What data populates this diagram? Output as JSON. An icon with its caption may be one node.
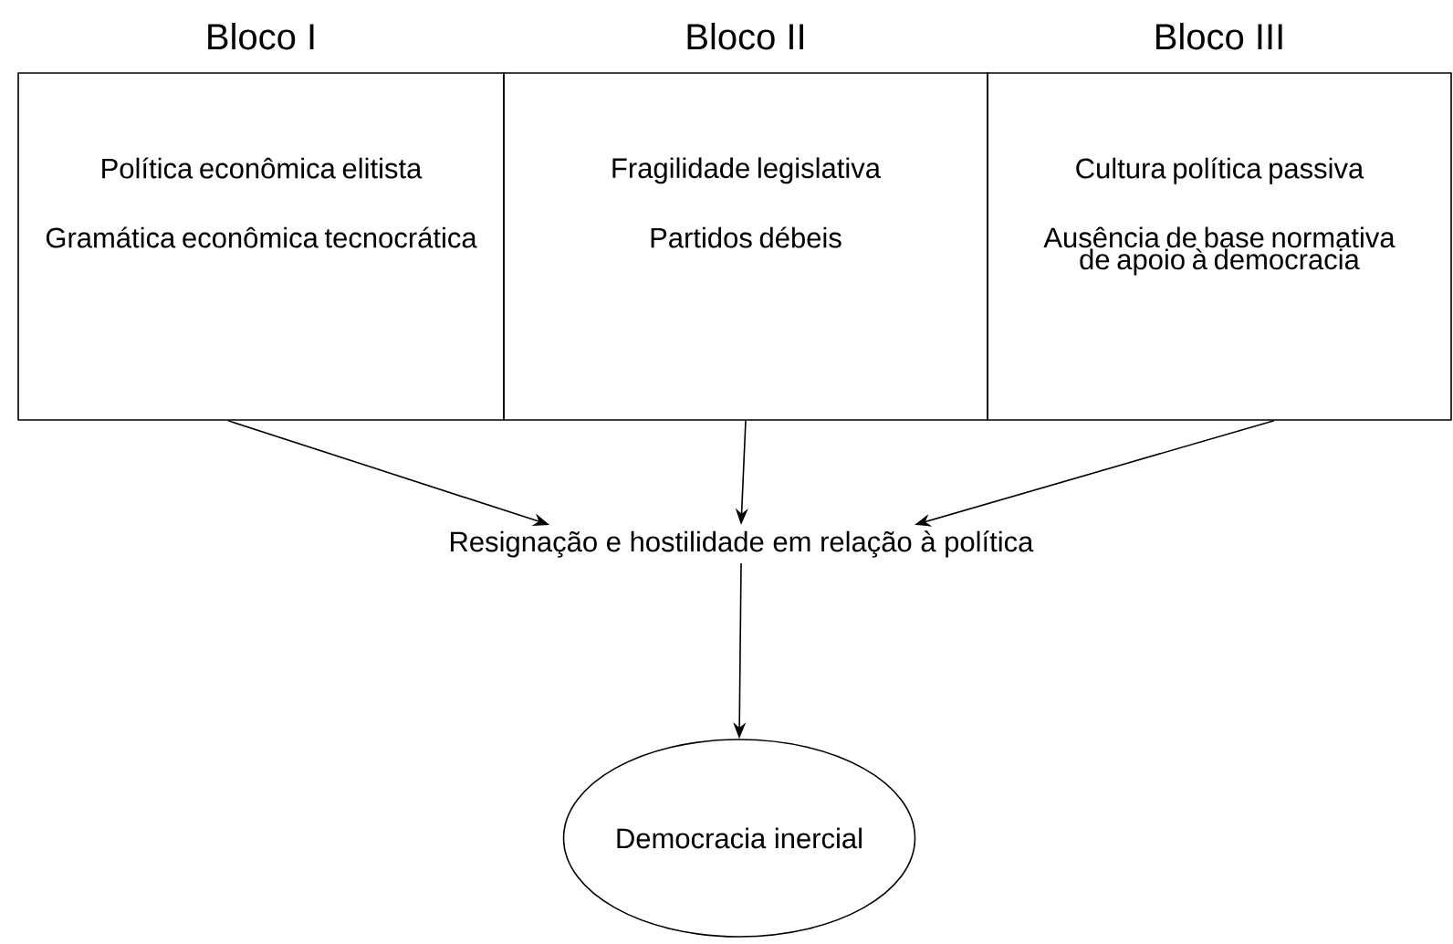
{
  "diagram": {
    "nodes": [
      {
        "text": [
          "Bloco I",
          "Política econômica elitista",
          "Gramática econômica tecnocrática"
        ]
      },
      {
        "text": [
          "Bloco II",
          "Fragilidade legislativa",
          "Partidos débeis"
        ]
      },
      {
        "text": [
          "Bloco III",
          "Cultura política passiva",
          "Ausência de base normativa de apoio à democracia"
        ]
      },
      {
        "text": [
          "Resignação e hostilidade em relação à política"
        ]
      },
      {
        "text": [
          "Democracia inercial"
        ]
      }
    ],
    "edges": [
      {
        "from": 0,
        "to": 3,
        "arrow": "to"
      },
      {
        "from": 1,
        "to": 3,
        "arrow": "to"
      },
      {
        "from": 2,
        "to": 3,
        "arrow": "to"
      },
      {
        "from": 3,
        "to": 4,
        "arrow": "to"
      }
    ]
  }
}
